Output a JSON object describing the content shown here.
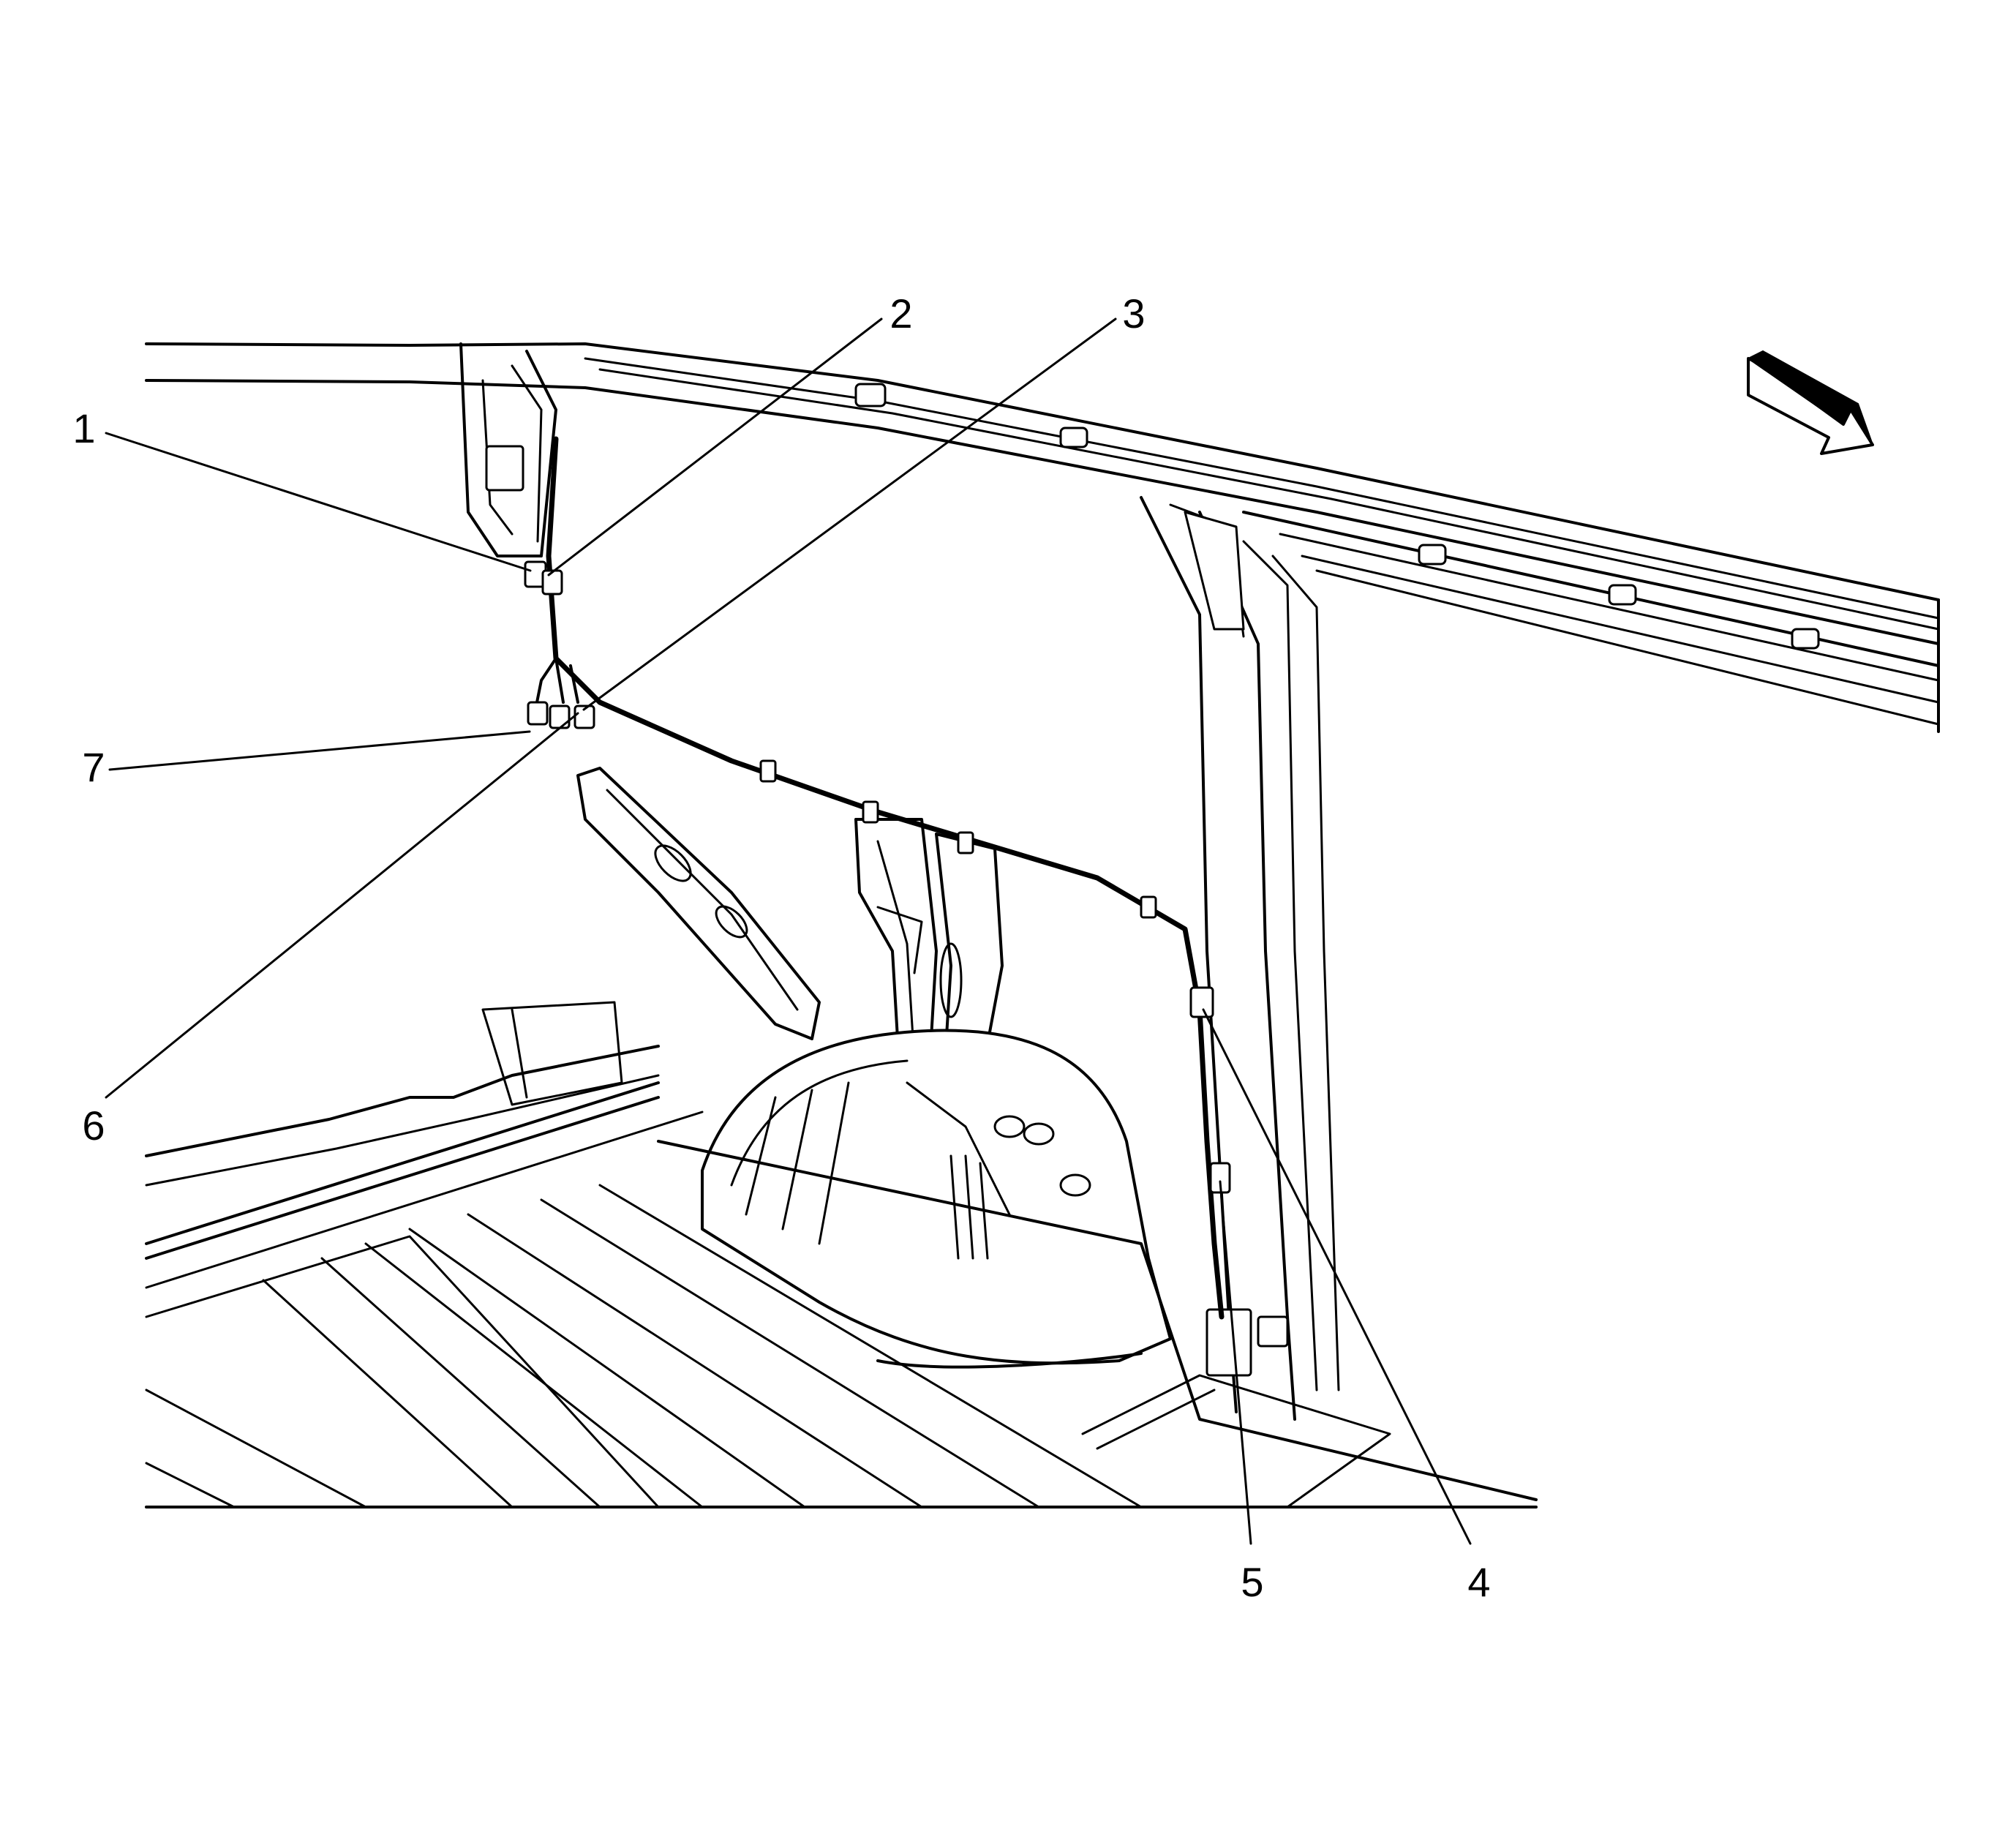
{
  "colors": {
    "ink": "#000000",
    "paper": "#ffffff"
  },
  "icons": {
    "orientation": "direction-arrow-icon"
  },
  "callouts": [
    {
      "label": "1"
    },
    {
      "label": "2"
    },
    {
      "label": "3"
    },
    {
      "label": "4"
    },
    {
      "label": "5"
    },
    {
      "label": "6"
    },
    {
      "label": "7"
    }
  ]
}
